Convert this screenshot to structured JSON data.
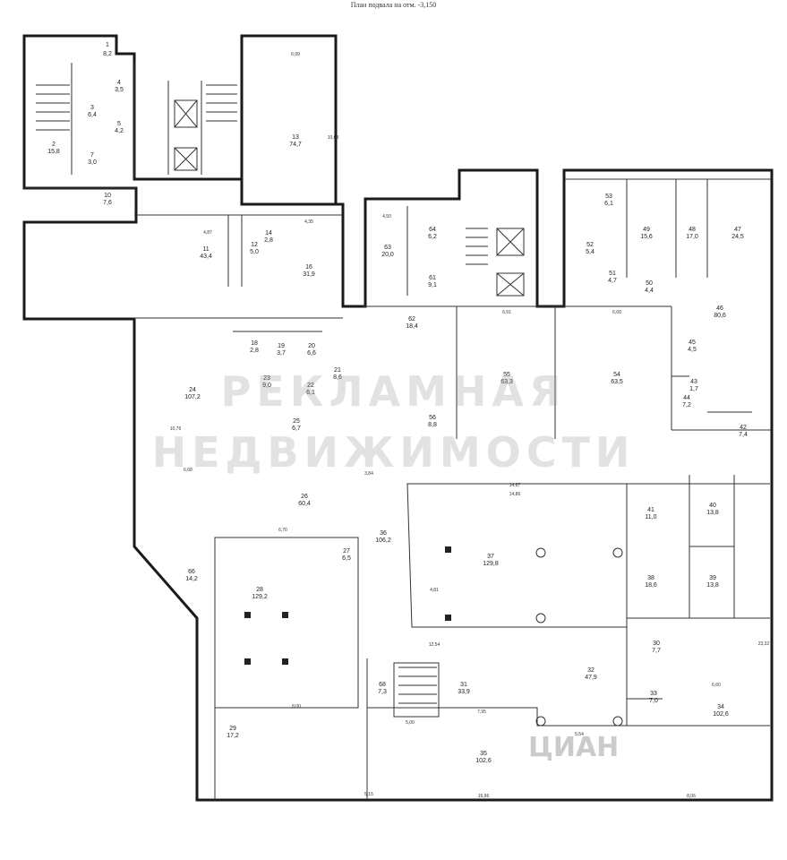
{
  "title": "План подвала на отм. -3,150",
  "watermark": {
    "line1": "РЕКЛАМНАЯ",
    "line2": "НЕДВИЖИМОСТИ"
  },
  "logo": "ЦИАН",
  "rooms": [
    {
      "num": "1",
      "area": "8,2"
    },
    {
      "num": "2",
      "area": "15,8"
    },
    {
      "num": "3",
      "area": "6,4"
    },
    {
      "num": "4",
      "area": "3,5"
    },
    {
      "num": "5",
      "area": "4,2"
    },
    {
      "num": "7",
      "area": "3,0"
    },
    {
      "num": "10",
      "area": "7,6"
    },
    {
      "num": "13",
      "area": "74,7"
    },
    {
      "num": "11",
      "area": "43,4"
    },
    {
      "num": "12",
      "area": "5,0"
    },
    {
      "num": "14",
      "area": "2,8"
    },
    {
      "num": "16",
      "area": "31,9"
    },
    {
      "num": "24",
      "area": "107,2"
    },
    {
      "num": "18",
      "area": "2,8"
    },
    {
      "num": "19",
      "area": "3,7"
    },
    {
      "num": "20",
      "area": "6,6"
    },
    {
      "num": "21",
      "area": "8,6"
    },
    {
      "num": "22",
      "area": "6,1"
    },
    {
      "num": "23",
      "area": "9,0"
    },
    {
      "num": "25",
      "area": "6,7"
    },
    {
      "num": "26",
      "area": "60,4"
    },
    {
      "num": "27",
      "area": "6,5"
    },
    {
      "num": "28",
      "area": "129,2"
    },
    {
      "num": "29",
      "area": "17,2"
    },
    {
      "num": "36",
      "area": "106,2"
    },
    {
      "num": "37",
      "area": "129,8"
    },
    {
      "num": "63",
      "area": "20,0"
    },
    {
      "num": "64",
      "area": "6,2"
    },
    {
      "num": "61",
      "area": "9,1"
    },
    {
      "num": "62",
      "area": "18,4"
    },
    {
      "num": "55",
      "area": "63,3"
    },
    {
      "num": "54",
      "area": "63,5"
    },
    {
      "num": "53",
      "area": "6,1"
    },
    {
      "num": "52",
      "area": "5,4"
    },
    {
      "num": "51",
      "area": "4,7"
    },
    {
      "num": "49",
      "area": "15,6"
    },
    {
      "num": "48",
      "area": "17,0"
    },
    {
      "num": "47",
      "area": "24,5"
    },
    {
      "num": "50",
      "area": "4,4"
    },
    {
      "num": "46",
      "area": "80,6"
    },
    {
      "num": "45",
      "area": "4,5"
    },
    {
      "num": "44",
      "area": "7,2"
    },
    {
      "num": "42",
      "area": "7,4"
    },
    {
      "num": "41",
      "area": "11,0"
    },
    {
      "num": "40",
      "area": "13,8"
    },
    {
      "num": "38",
      "area": "18,6"
    },
    {
      "num": "39",
      "area": "13,8"
    },
    {
      "num": "30",
      "area": "7,7"
    },
    {
      "num": "32",
      "area": "47,9"
    },
    {
      "num": "33",
      "area": "7,0"
    },
    {
      "num": "34",
      "area": "102,6"
    },
    {
      "num": "31",
      "area": "33,9"
    },
    {
      "num": "68",
      "area": "7,3"
    },
    {
      "num": "35",
      "area": "102,6"
    },
    {
      "num": "66",
      "area": "14,2"
    },
    {
      "num": "56",
      "area": "8,8"
    },
    {
      "num": "43",
      "area": "1,7"
    }
  ],
  "dimensions": [
    "6,99",
    "10,68",
    "4,87",
    "4,35",
    "4,50",
    "14,87",
    "14,86",
    "6,91",
    "6,60",
    "3,84",
    "6,70",
    "8,00",
    "12,54",
    "5,00",
    "7,95",
    "5,54",
    "15,96",
    "8,06",
    "10,76",
    "6,68",
    "23,32",
    "6,60",
    "4,81",
    "5,15"
  ]
}
